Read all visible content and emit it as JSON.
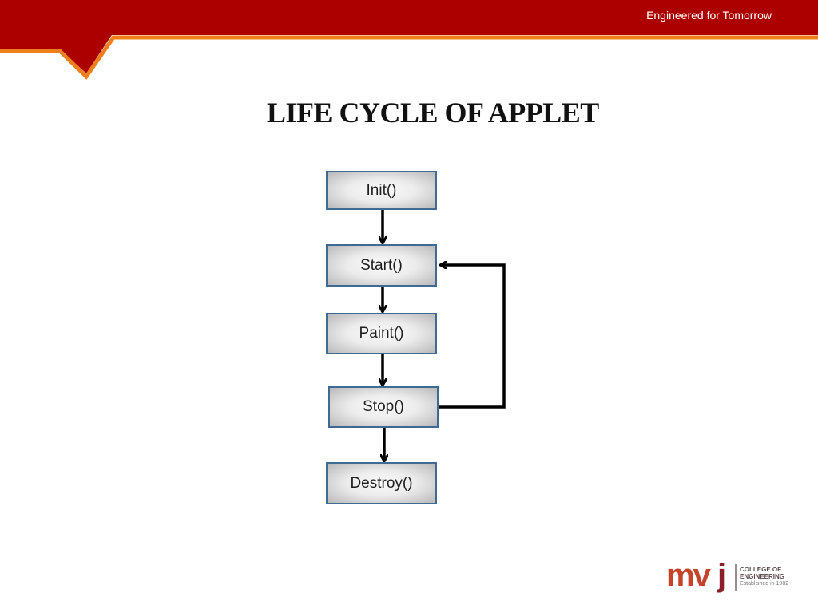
{
  "header": {
    "tagline": "Engineered for Tomorrow",
    "band_color": "#ac0000",
    "accent_color": "#ef7f1a"
  },
  "title": "LIFE CYCLE OF APPLET",
  "diagram": {
    "nodes": [
      {
        "id": "init",
        "label": "Init()"
      },
      {
        "id": "start",
        "label": "Start()"
      },
      {
        "id": "paint",
        "label": "Paint()"
      },
      {
        "id": "stop",
        "label": "Stop()"
      },
      {
        "id": "destroy",
        "label": "Destroy()"
      }
    ],
    "edges": [
      {
        "from": "init",
        "to": "start"
      },
      {
        "from": "start",
        "to": "paint"
      },
      {
        "from": "paint",
        "to": "stop"
      },
      {
        "from": "stop",
        "to": "destroy"
      },
      {
        "from": "stop",
        "to": "start"
      }
    ]
  },
  "logo": {
    "wordmark": "mvj",
    "line1": "COLLEGE OF",
    "line2": "ENGINEERING",
    "line3": "Established in 1982"
  }
}
